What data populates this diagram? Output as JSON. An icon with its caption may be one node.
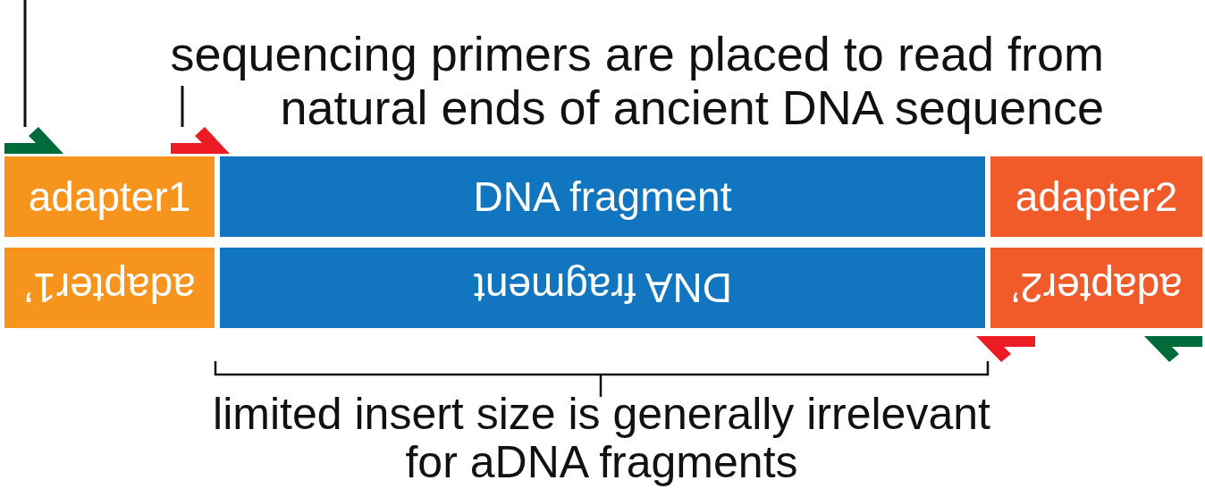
{
  "diagram": {
    "nodes": [
      {
        "text": [
          "adapter1"
        ]
      },
      {
        "text": [
          "DNA fragment"
        ]
      },
      {
        "text": [
          "adapter2"
        ]
      },
      {
        "text": [
          "adapter1’"
        ]
      },
      {
        "text": [
          "DNA fragment"
        ]
      },
      {
        "text": [
          "adapter2’"
        ]
      },
      {
        "text": [
          "sequencing primers are placed to read from natural ends of ancient DNA sequence"
        ]
      },
      {
        "text": [],
        "shape": "arrow"
      },
      {
        "text": [],
        "shape": "arrow"
      },
      {
        "text": [],
        "shape": "arrow"
      },
      {
        "text": [],
        "shape": "arrow"
      }
    ],
    "edges": [
      {
        "from": null,
        "to": 7,
        "arrow": "none"
      },
      {
        "from": 6,
        "to": 8,
        "arrow": "none"
      }
    ],
    "labels": [
      "limited insert size is generally irrelevant for aDNA fragments"
    ]
  }
}
